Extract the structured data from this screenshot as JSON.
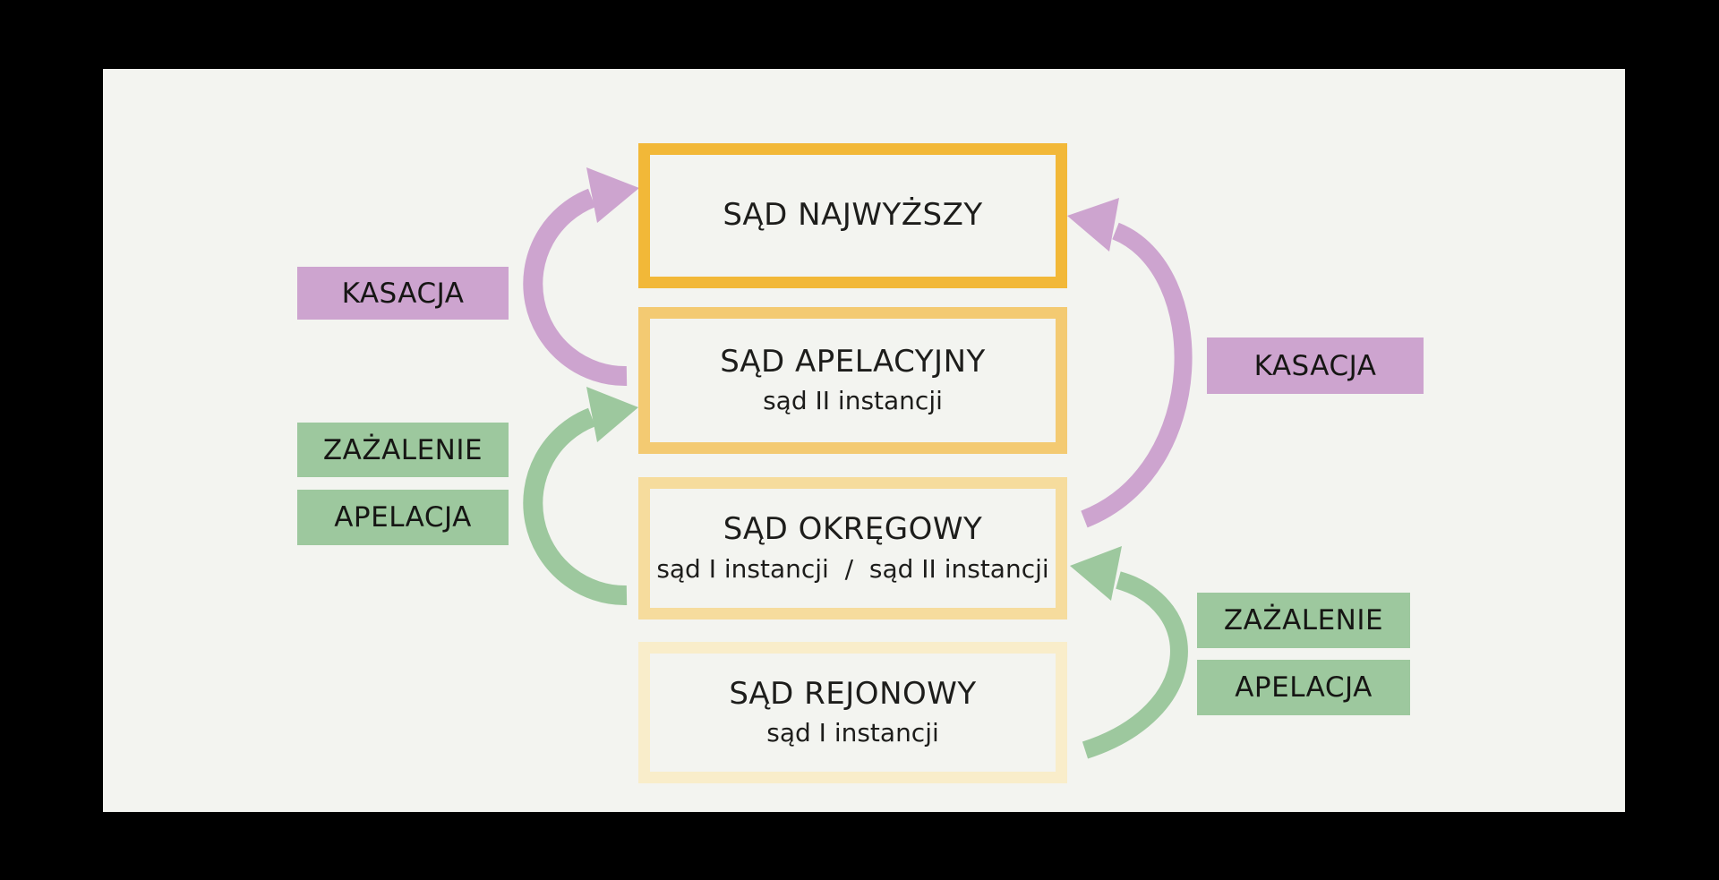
{
  "diagram": {
    "courts": [
      {
        "title": "SĄD NAJWYŻSZY",
        "subtitle": ""
      },
      {
        "title": "SĄD APELACYJNY",
        "subtitle": "sąd II instancji"
      },
      {
        "title": "SĄD OKRĘGOWY",
        "subtitle": "sąd I instancji  /  sąd II instancji"
      },
      {
        "title": "SĄD REJONOWY",
        "subtitle": "sąd I instancji"
      }
    ],
    "labels": {
      "kasacja_left": "KASACJA",
      "zazalenie_left": "ZAŻALENIE",
      "apelacja_left": "APELACJA",
      "kasacja_right": "KASACJA",
      "zazalenie_right": "ZAŻALENIE",
      "apelacja_right": "APELACJA"
    },
    "arrows": [
      {
        "label": "KASACJA",
        "from": "SĄD APELACYJNY",
        "to": "SĄD NAJWYŻSZY",
        "side": "left",
        "color_key": "kasacja"
      },
      {
        "label": "ZAŻALENIE / APELACJA",
        "from": "SĄD OKRĘGOWY",
        "to": "SĄD APELACYJNY",
        "side": "left",
        "color_key": "appeal"
      },
      {
        "label": "KASACJA",
        "from": "SĄD OKRĘGOWY",
        "to": "SĄD NAJWYŻSZY",
        "side": "right",
        "color_key": "kasacja"
      },
      {
        "label": "ZAŻALENIE / APELACJA",
        "from": "SĄD REJONOWY",
        "to": "SĄD OKRĘGOWY",
        "side": "right",
        "color_key": "appeal"
      }
    ],
    "colors": {
      "frame": "#000000",
      "panel": "#f3f4f0",
      "border_najwyzszy": "#f2b838",
      "border_apelacyjny": "#f3ca72",
      "border_okregowy": "#f6dc9d",
      "border_rejonowy": "#f9edca",
      "kasacja": "#cda4cf",
      "appeal": "#9dc89e",
      "text": "#1d1d1b"
    }
  }
}
